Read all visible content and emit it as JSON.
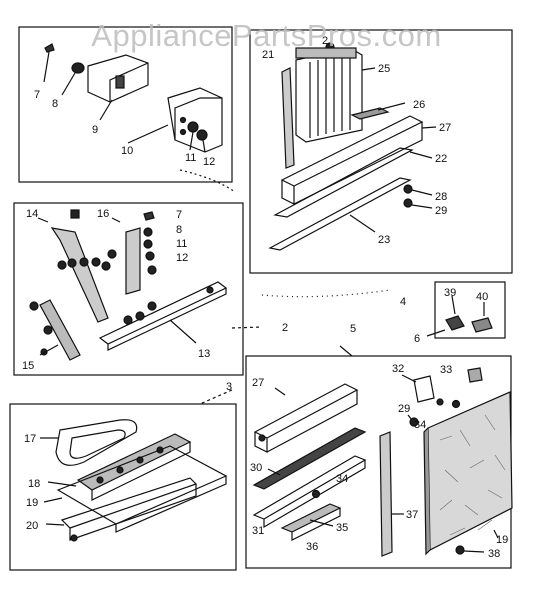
{
  "watermark": "AppliancePartsPros.com",
  "colors": {
    "ink": "#111111",
    "panel_fill": "#d8d8d8",
    "watermark": "#bdbdbd"
  },
  "labels": {
    "l2a": "2",
    "l7a": "7",
    "l8a": "8",
    "l9": "9",
    "l10": "10",
    "l11a": "11",
    "l12a": "12",
    "l21": "21",
    "l25": "25",
    "l26": "26",
    "l27a": "27",
    "l22": "22",
    "l28": "28",
    "l29a": "29",
    "l23": "23",
    "l14": "14",
    "l16": "16",
    "l7b": "7",
    "l8b": "8",
    "l11b": "11",
    "l12b": "12",
    "l15": "15",
    "l13": "13",
    "l2b": "2",
    "l4": "4",
    "l39": "39",
    "l40": "40",
    "l6": "6",
    "l5": "5",
    "l3": "3",
    "l17": "17",
    "l18": "18",
    "l19a": "19",
    "l20": "20",
    "l32": "32",
    "l33": "33",
    "l27b": "27",
    "l29b": "29",
    "l34a": "34",
    "l30": "30",
    "l34b": "34",
    "l31": "31",
    "l35": "35",
    "l36": "36",
    "l37": "37",
    "l19b": "19",
    "l38": "38"
  }
}
